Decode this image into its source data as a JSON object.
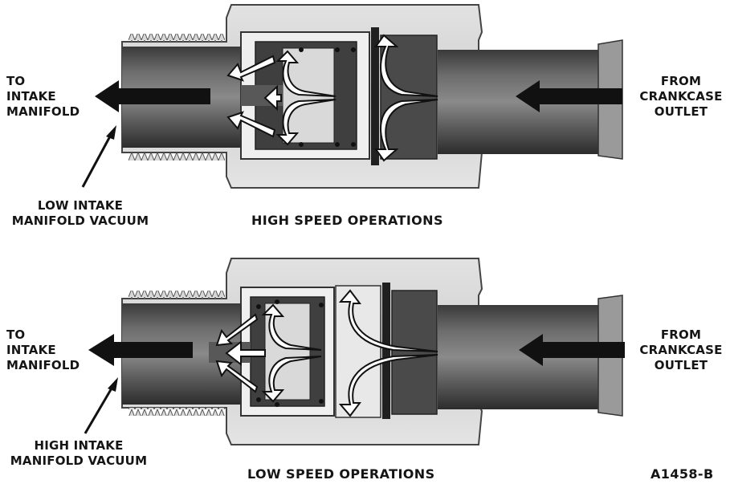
{
  "panels": [
    {
      "caption": "HIGH SPEED OPERATIONS",
      "left_label": [
        "TO",
        "INTAKE",
        "MANIFOLD"
      ],
      "right_label": [
        "FROM",
        "CRANKCASE",
        "OUTLET"
      ],
      "vacuum_label": [
        "LOW INTAKE",
        "MANIFOLD VACUUM"
      ]
    },
    {
      "caption": "LOW SPEED OPERATIONS",
      "left_label": [
        "TO",
        "INTAKE",
        "MANIFOLD"
      ],
      "right_label": [
        "FROM",
        "CRANKCASE",
        "OUTLET"
      ],
      "vacuum_label": [
        "HIGH INTAKE",
        "MANIFOLD VACUUM"
      ]
    }
  ],
  "figure_id": "A1458-B"
}
